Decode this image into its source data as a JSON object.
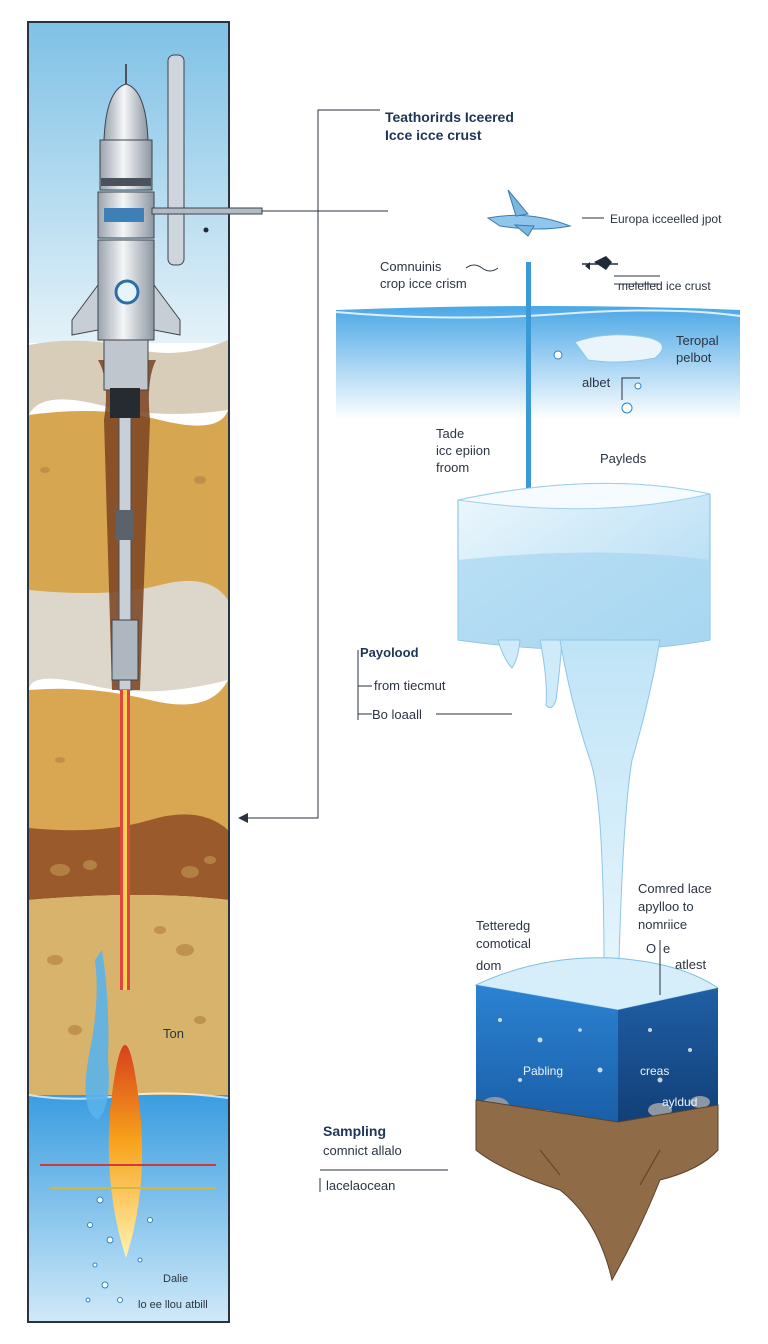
{
  "labels": {
    "top_title_line1": "Teathorirds Iceered",
    "top_title_line2": "Icce icce crust",
    "europa_pot": "Europa icceelled jpot",
    "comm_line1": "Comnuinis",
    "comm_line2": "crop icce crism",
    "melted_crust": "melelled ice crust",
    "teropal_line1": "Teropal",
    "teropal_line2": "pelbot",
    "albet": "albet",
    "payleds": "Payleds",
    "tade_line1": "Tade",
    "tade_line2": "icc epiion",
    "tade_line3": "froom",
    "payload_title": "Payolood",
    "payload_from": "from tiecmut",
    "payload_bo": "Bo loaall",
    "cored_line1": "Comred lace",
    "cored_line2": "apylloo to",
    "cored_line3": "nomriice",
    "cored_o": "O",
    "cored_e": "e",
    "cored_atlest": "atlest",
    "tethered_line1": "Tetteredg",
    "tethered_line2": "comotical",
    "tethered_line3": "dom",
    "ton": "Ton",
    "pabling": "Pabling",
    "creas": "creas",
    "ayldud": "ayldud",
    "sampling_title": "Sampling",
    "sampling_line2": "comnict allalo",
    "sampling_line3": "lacelaocean",
    "bottom_dalie": "Dalie",
    "bottom_caption": "lo ee llou atbill"
  },
  "colors": {
    "sky": "#d9ecf6",
    "ocean": "#2f8fd8",
    "deep_ocean": "#1a5ea8",
    "ice": "#cfeaf8",
    "soil_light": "#d9b36c",
    "soil_dark": "#9b5a2c",
    "rock_gray": "#d8d2c6",
    "flame": "#f5a623",
    "label_dark": "#1e3558"
  }
}
